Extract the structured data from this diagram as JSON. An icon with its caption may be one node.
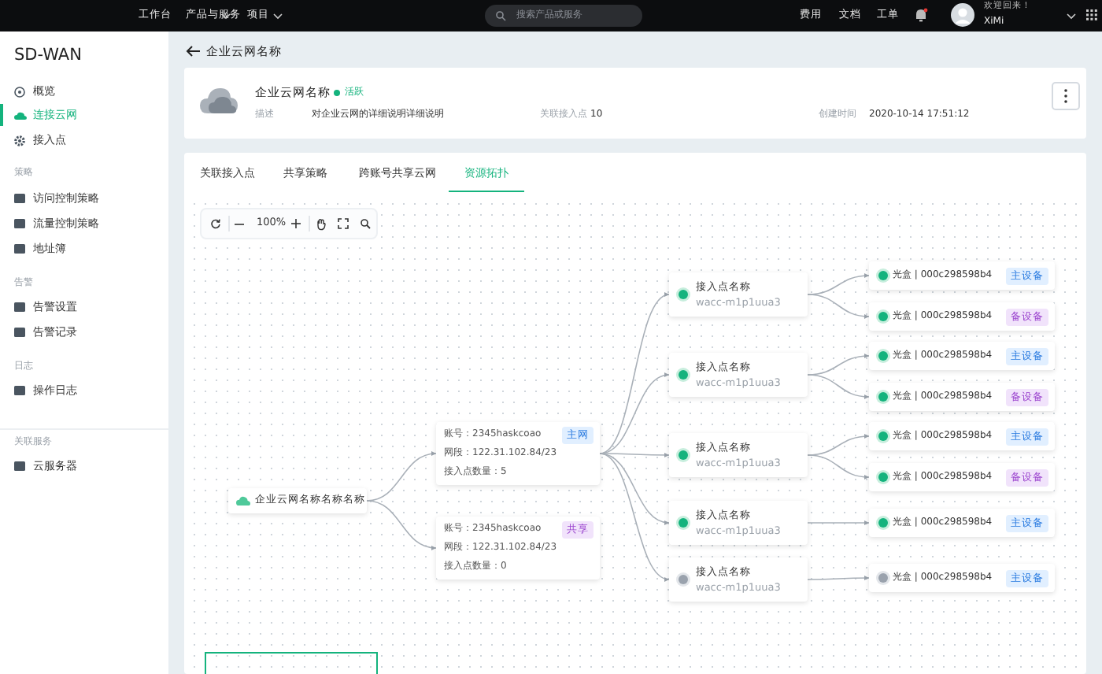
{
  "diagram": {
    "nodes": [
      {
        "text": [
          "企业云网名称名称名称"
        ]
      },
      {
        "text": [
          "账号：2345haskcoao",
          "主网",
          "网段：122.31.102.84/23",
          "接入点数量：5"
        ]
      },
      {
        "text": [
          "账号：2345haskcoao",
          "共享",
          "网段：122.31.102.84/23",
          "接入点数量：0"
        ]
      },
      {
        "text": [
          "接入点名称",
          "wacc-m1p1uua3"
        ]
      },
      {
        "text": [
          "接入点名称",
          "wacc-m1p1uua3"
        ]
      },
      {
        "text": [
          "接入点名称",
          "wacc-m1p1uua3"
        ]
      },
      {
        "text": [
          "接入点名称",
          "wacc-m1p1uua3"
        ]
      },
      {
        "text": [
          "接入点名称",
          "wacc-m1p1uua3"
        ]
      },
      {
        "text": [
          "光盒 | 000c298598b4",
          "主设备"
        ]
      },
      {
        "text": [
          "光盒 | 000c298598b4",
          "备设备"
        ]
      },
      {
        "text": [
          "光盒 | 000c298598b4",
          "主设备"
        ]
      },
      {
        "text": [
          "光盒 | 000c298598b4",
          "备设备"
        ]
      },
      {
        "text": [
          "光盒 | 000c298598b4",
          "主设备"
        ]
      },
      {
        "text": [
          "光盒 | 000c298598b4",
          "备设备"
        ]
      },
      {
        "text": [
          "光盒 | 000c298598b4",
          "主设备"
        ]
      },
      {
        "text": [
          "光盒 | 000c298598b4",
          "主设备"
        ]
      }
    ],
    "edges": [
      {
        "from": 0,
        "to": 1,
        "arrow": "to"
      },
      {
        "from": 0,
        "to": 2,
        "arrow": "to"
      },
      {
        "from": 1,
        "to": 3,
        "arrow": "to"
      },
      {
        "from": 1,
        "to": 4,
        "arrow": "to"
      },
      {
        "from": 1,
        "to": 5,
        "arrow": "to"
      },
      {
        "from": 1,
        "to": 6,
        "arrow": "to"
      },
      {
        "from": 1,
        "to": 7,
        "arrow": "to"
      },
      {
        "from": 3,
        "to": 8,
        "arrow": "to"
      },
      {
        "from": 3,
        "to": 9,
        "arrow": "to"
      },
      {
        "from": 4,
        "to": 10,
        "arrow": "to"
      },
      {
        "from": 4,
        "to": 11,
        "arrow": "to"
      },
      {
        "from": 5,
        "to": 12,
        "arrow": "to"
      },
      {
        "from": 5,
        "to": 13,
        "arrow": "to"
      },
      {
        "from": 6,
        "to": 14,
        "arrow": "to"
      },
      {
        "from": 7,
        "to": 15,
        "arrow": "to"
      }
    ],
    "labels": [
      "工作台",
      "产品与服务",
      "项目",
      "搜索产品或服务",
      "费用",
      "文档",
      "工单",
      "欢迎回来！",
      "XiMi",
      "SD-WAN",
      "概览",
      "连接云网",
      "接入点",
      "策略",
      "访问控制策略",
      "流量控制策略",
      "地址簿",
      "告警",
      "告警设置",
      "告警记录",
      "日志",
      "操作日志",
      "关联服务",
      "云服务器",
      "企业云网名称",
      "企业云网名称",
      "活跃",
      "描述",
      "对企业云网的详细说明详细说明",
      "关联接入点",
      "10",
      "创建时间",
      "2020-10-14 17:51:12",
      "关联接入点",
      "共享策略",
      "跨账号共享云网",
      "资源拓扑",
      "100%"
    ]
  }
}
